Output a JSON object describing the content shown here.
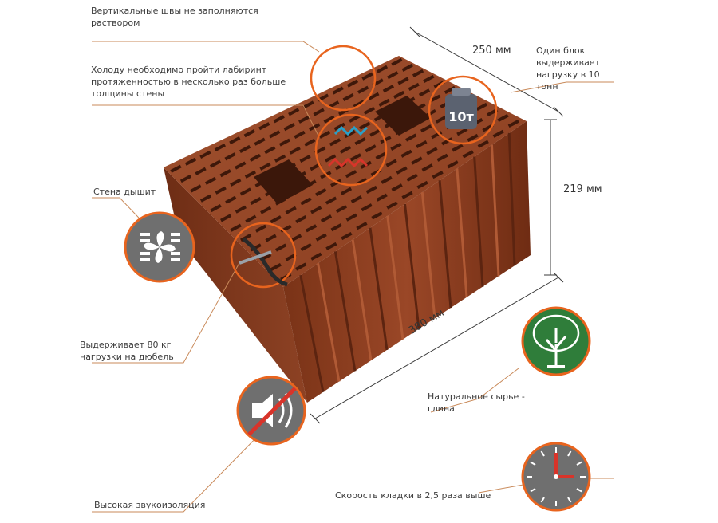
{
  "labels": {
    "vertical_joints": "Вертикальные швы не заполняются раствором",
    "cold_labyrinth": "Холоду необходимо пройти лабиринт протяженностью в несколько раз больше толщины стены",
    "wall_breathes": "Стена дышит",
    "dowel_load": "Выдерживает 80 кг нагрузки на дюбель",
    "sound_insulation": "Высокая звукоизоляция",
    "block_load": "Один блок выдерживает нагрузку в 10 тонн",
    "natural_raw": "Натуральное сырье - глина",
    "laying_speed": "Скорость кладки в 2,5 раза выше"
  },
  "dimensions": {
    "width": "250 мм",
    "height": "219 мм",
    "length": "380 мм"
  },
  "weight_label": "10т",
  "colors": {
    "accent": "#e8641e",
    "icon_gray": "#6f6f6f",
    "icon_green": "#2f7d3a",
    "brick": "#8a3a1f",
    "leader": "#c98a5a"
  },
  "icons": [
    "ventilation-fan-icon",
    "mute-sound-icon",
    "tree-icon",
    "clock-icon",
    "weight-icon"
  ]
}
